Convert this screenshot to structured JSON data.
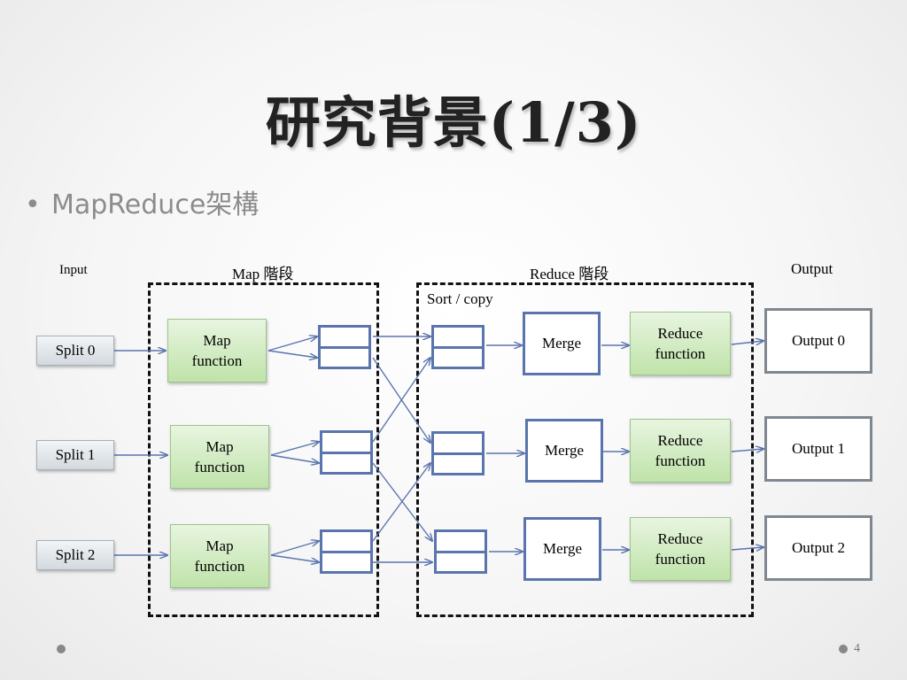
{
  "slide": {
    "title": "研究背景(1/3)",
    "bullet": "MapReduce架構",
    "page_number": "4"
  },
  "diagram": {
    "labels": {
      "input": "Input",
      "map_stage": "Map 階段",
      "reduce_stage": "Reduce 階段",
      "output": "Output",
      "sort_copy": "Sort / copy"
    },
    "splits": [
      "Split 0",
      "Split 1",
      "Split 2"
    ],
    "map_functions": [
      "Map\nfunction",
      "Map\nfunction",
      "Map\nfunction"
    ],
    "merges": [
      "Merge",
      "Merge",
      "Merge"
    ],
    "reduce_functions": [
      "Reduce\nfunction",
      "Reduce\nfunction",
      "Reduce\nfunction"
    ],
    "outputs": [
      "Output 0",
      "Output 1",
      "Output 2"
    ],
    "colors": {
      "edge": "#5a75ad",
      "map_fill": "#c9e8b7",
      "split_fill": "#dde2e6",
      "dash": "#111111"
    }
  }
}
